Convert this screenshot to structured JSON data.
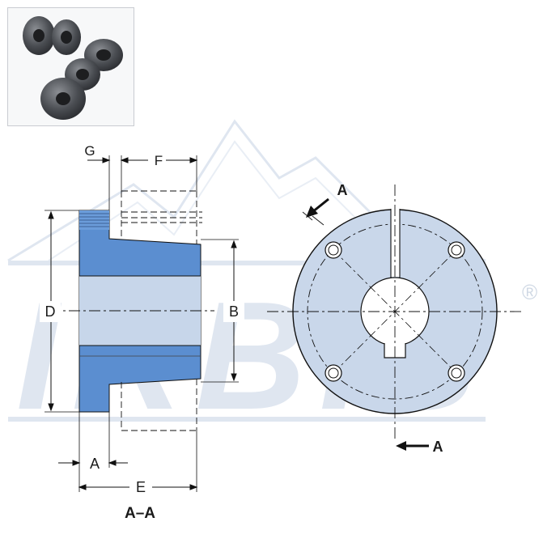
{
  "colors": {
    "part_fill": "#5b8ed0",
    "part_fill_light": "#6b9cda",
    "bore_fill": "#c7d6ea",
    "face_fill": "#c9d7ea",
    "watermark": "#dfe6f0",
    "line": "#111111"
  },
  "thumbnail": {
    "icon": "taper-bushing-photo"
  },
  "watermark": {
    "text": "IRBIS",
    "registered": "®"
  },
  "side_view": {
    "dims": {
      "G": "G",
      "F": "F",
      "D": "D",
      "B": "B",
      "A": "A",
      "E": "E"
    },
    "section_label": "A–A"
  },
  "front_view": {
    "section_mark_top": "A",
    "section_mark_bottom": "A"
  }
}
